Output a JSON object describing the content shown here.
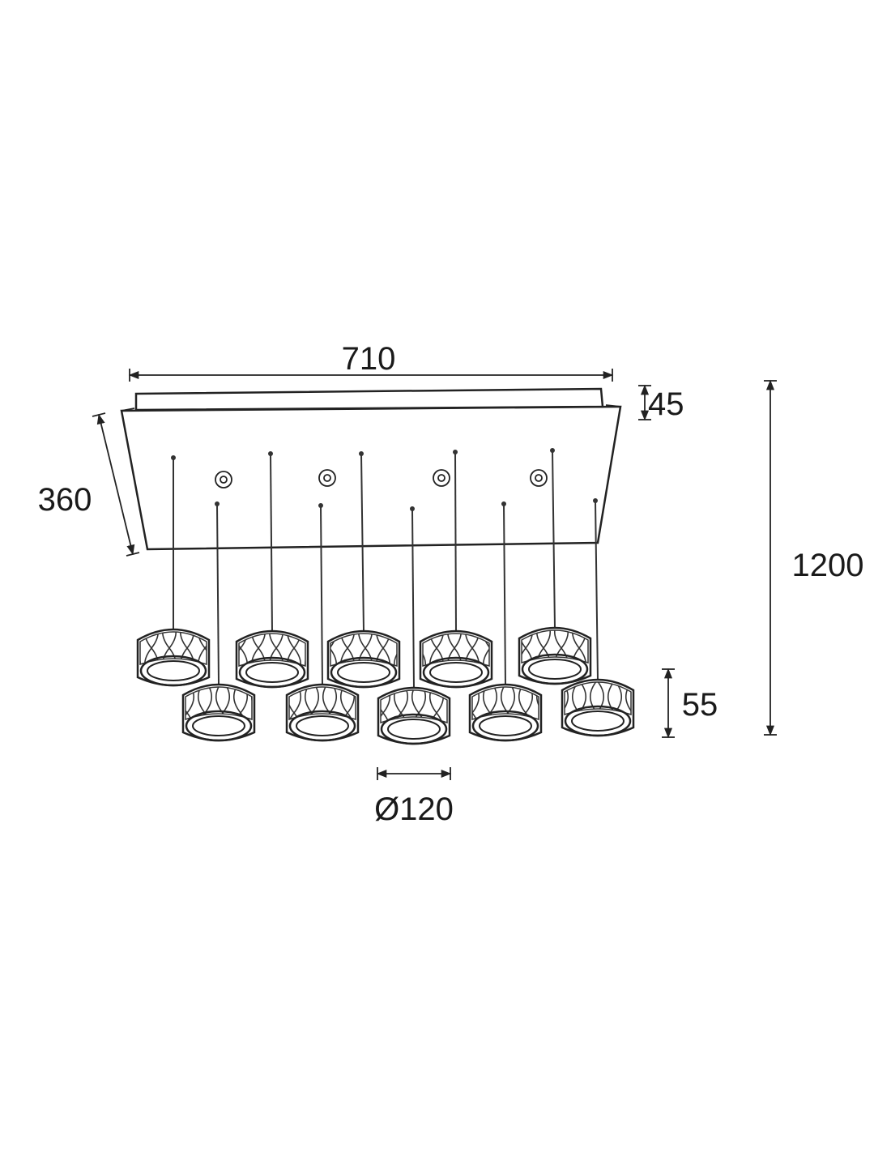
{
  "dimensions": {
    "width": "710",
    "depth": "360",
    "canopy_height": "45",
    "total_height": "1200",
    "shade_height": "55",
    "shade_diameter": "Ø120"
  },
  "colors": {
    "line": "#222222",
    "background": "#ffffff"
  }
}
